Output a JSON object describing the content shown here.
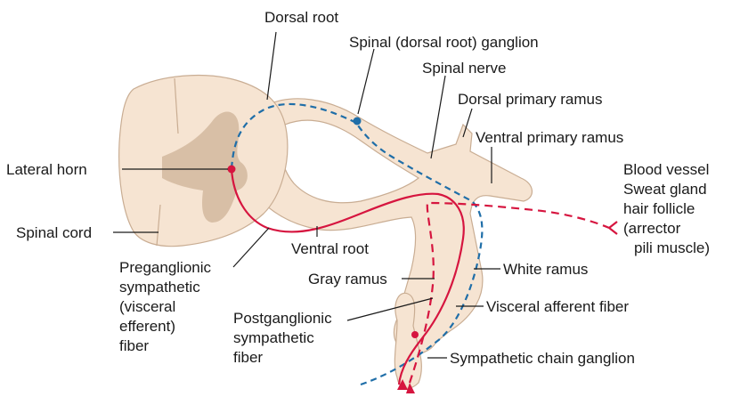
{
  "labels": {
    "dorsal_root": "Dorsal root",
    "spinal_ganglion": "Spinal (dorsal root) ganglion",
    "spinal_nerve": "Spinal nerve",
    "dorsal_primary_ramus": "Dorsal primary ramus",
    "ventral_primary_ramus": "Ventral primary ramus",
    "lateral_horn": "Lateral horn",
    "spinal_cord": "Spinal cord",
    "ventral_root": "Ventral root",
    "gray_ramus": "Gray ramus",
    "white_ramus": "White ramus",
    "visceral_afferent": "Visceral afferent fiber",
    "sympathetic_chain": "Sympathetic chain ganglion",
    "preganglionic": [
      "Preganglionic",
      "sympathetic",
      "(visceral",
      "efferent)",
      "fiber"
    ],
    "postganglionic": [
      "Postganglionic",
      "sympathetic",
      "fiber"
    ],
    "targets": [
      "Blood vessel",
      "Sweat gland",
      "hair follicle",
      "(arrector",
      "pili muscle)"
    ]
  },
  "colors": {
    "tissue": "#f6e4d2",
    "gray_matter": "#d8bfa6",
    "efferent_red": "#d6153f",
    "afferent_blue": "#1f6ea8"
  }
}
